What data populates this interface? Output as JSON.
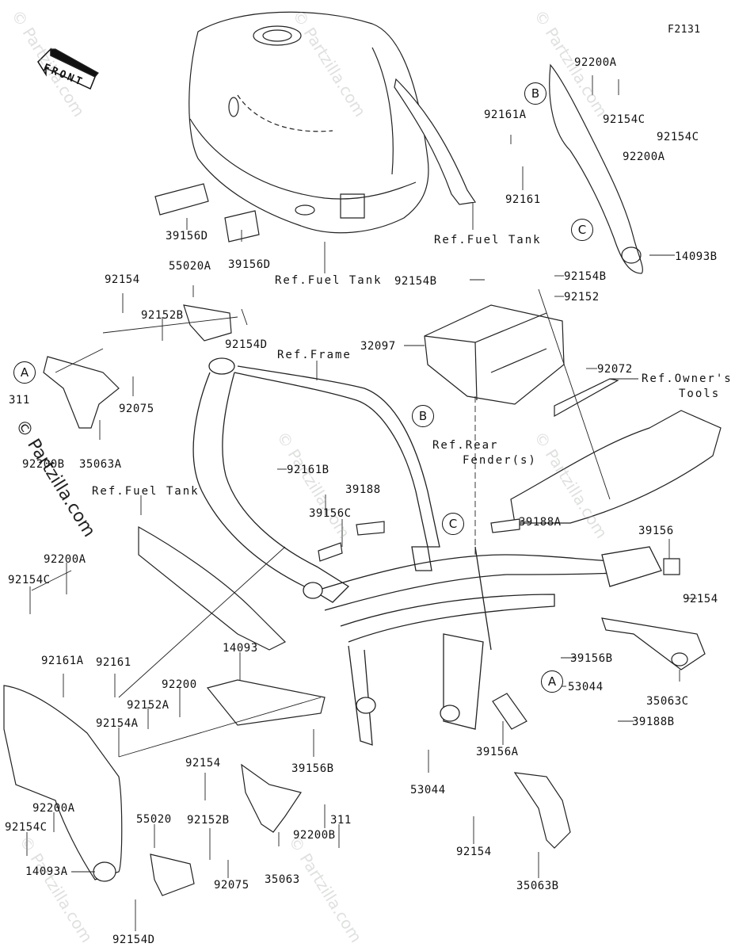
{
  "figure_id": "F2131",
  "front_indicator": "FRONT",
  "watermark": "© Partzilla.com",
  "callouts": [
    "A",
    "B",
    "C"
  ],
  "part_labels": {
    "p39156D_a": "39156D",
    "p39156D_b": "39156D",
    "ref_fuel_tank_top": "Ref.Fuel Tank",
    "ref_fuel_tank_mid": "Ref.Fuel Tank",
    "ref_fuel_tank_left": "Ref.Fuel Tank",
    "p92200A_top": "92200A",
    "p92154C_top": "92154C",
    "p92161A_top": "92161A",
    "p92154C_top2": "92154C",
    "p92200A_top2": "92200A",
    "p92161_top": "92161",
    "p14093B": "14093B",
    "p92154B_left": "92154B",
    "p92154B_right": "92154B",
    "p92152": "92152",
    "p32097": "32097",
    "p92072": "92072",
    "ref_owners_tools_1": "Ref.Owner's",
    "ref_owners_tools_2": "Tools",
    "p92154_upper_left": "92154",
    "p55020A": "55020A",
    "p92152B_upper": "92152B",
    "p92154D_upper": "92154D",
    "ref_frame": "Ref.Frame",
    "p311_upper": "311",
    "p92200B_upper": "92200B",
    "p35063A": "35063A",
    "p92075_upper": "92075",
    "ref_rear_fender_1": "Ref.Rear",
    "ref_rear_fender_2": "Fender(s)",
    "p92161B": "92161B",
    "p39188": "39188",
    "p39156C": "39156C",
    "p39188A": "39188A",
    "p39156": "39156",
    "p92154_right": "92154",
    "p92200A_left": "92200A",
    "p92154C_left": "92154C",
    "p39156B_right": "39156B",
    "p53044_right": "53044",
    "p35063C": "35063C",
    "p39188B": "39188B",
    "p14093": "14093",
    "p92161A_left": "92161A",
    "p92161_left": "92161",
    "p92200": "92200",
    "p92152A": "92152A",
    "p92154A": "92154A",
    "p39156A": "39156A",
    "p92154_mid": "92154",
    "p39156B_mid": "39156B",
    "p53044_mid": "53044",
    "p92200A_lower": "92200A",
    "p92154C_lower": "92154C",
    "p55020": "55020",
    "p92152B_lower": "92152B",
    "p311_lower": "311",
    "p92200B_lower": "92200B",
    "p14093A": "14093A",
    "p92075_lower": "92075",
    "p35063": "35063",
    "p92154_lower_right": "92154",
    "p35063B": "35063B",
    "p92154D_lower": "92154D"
  }
}
